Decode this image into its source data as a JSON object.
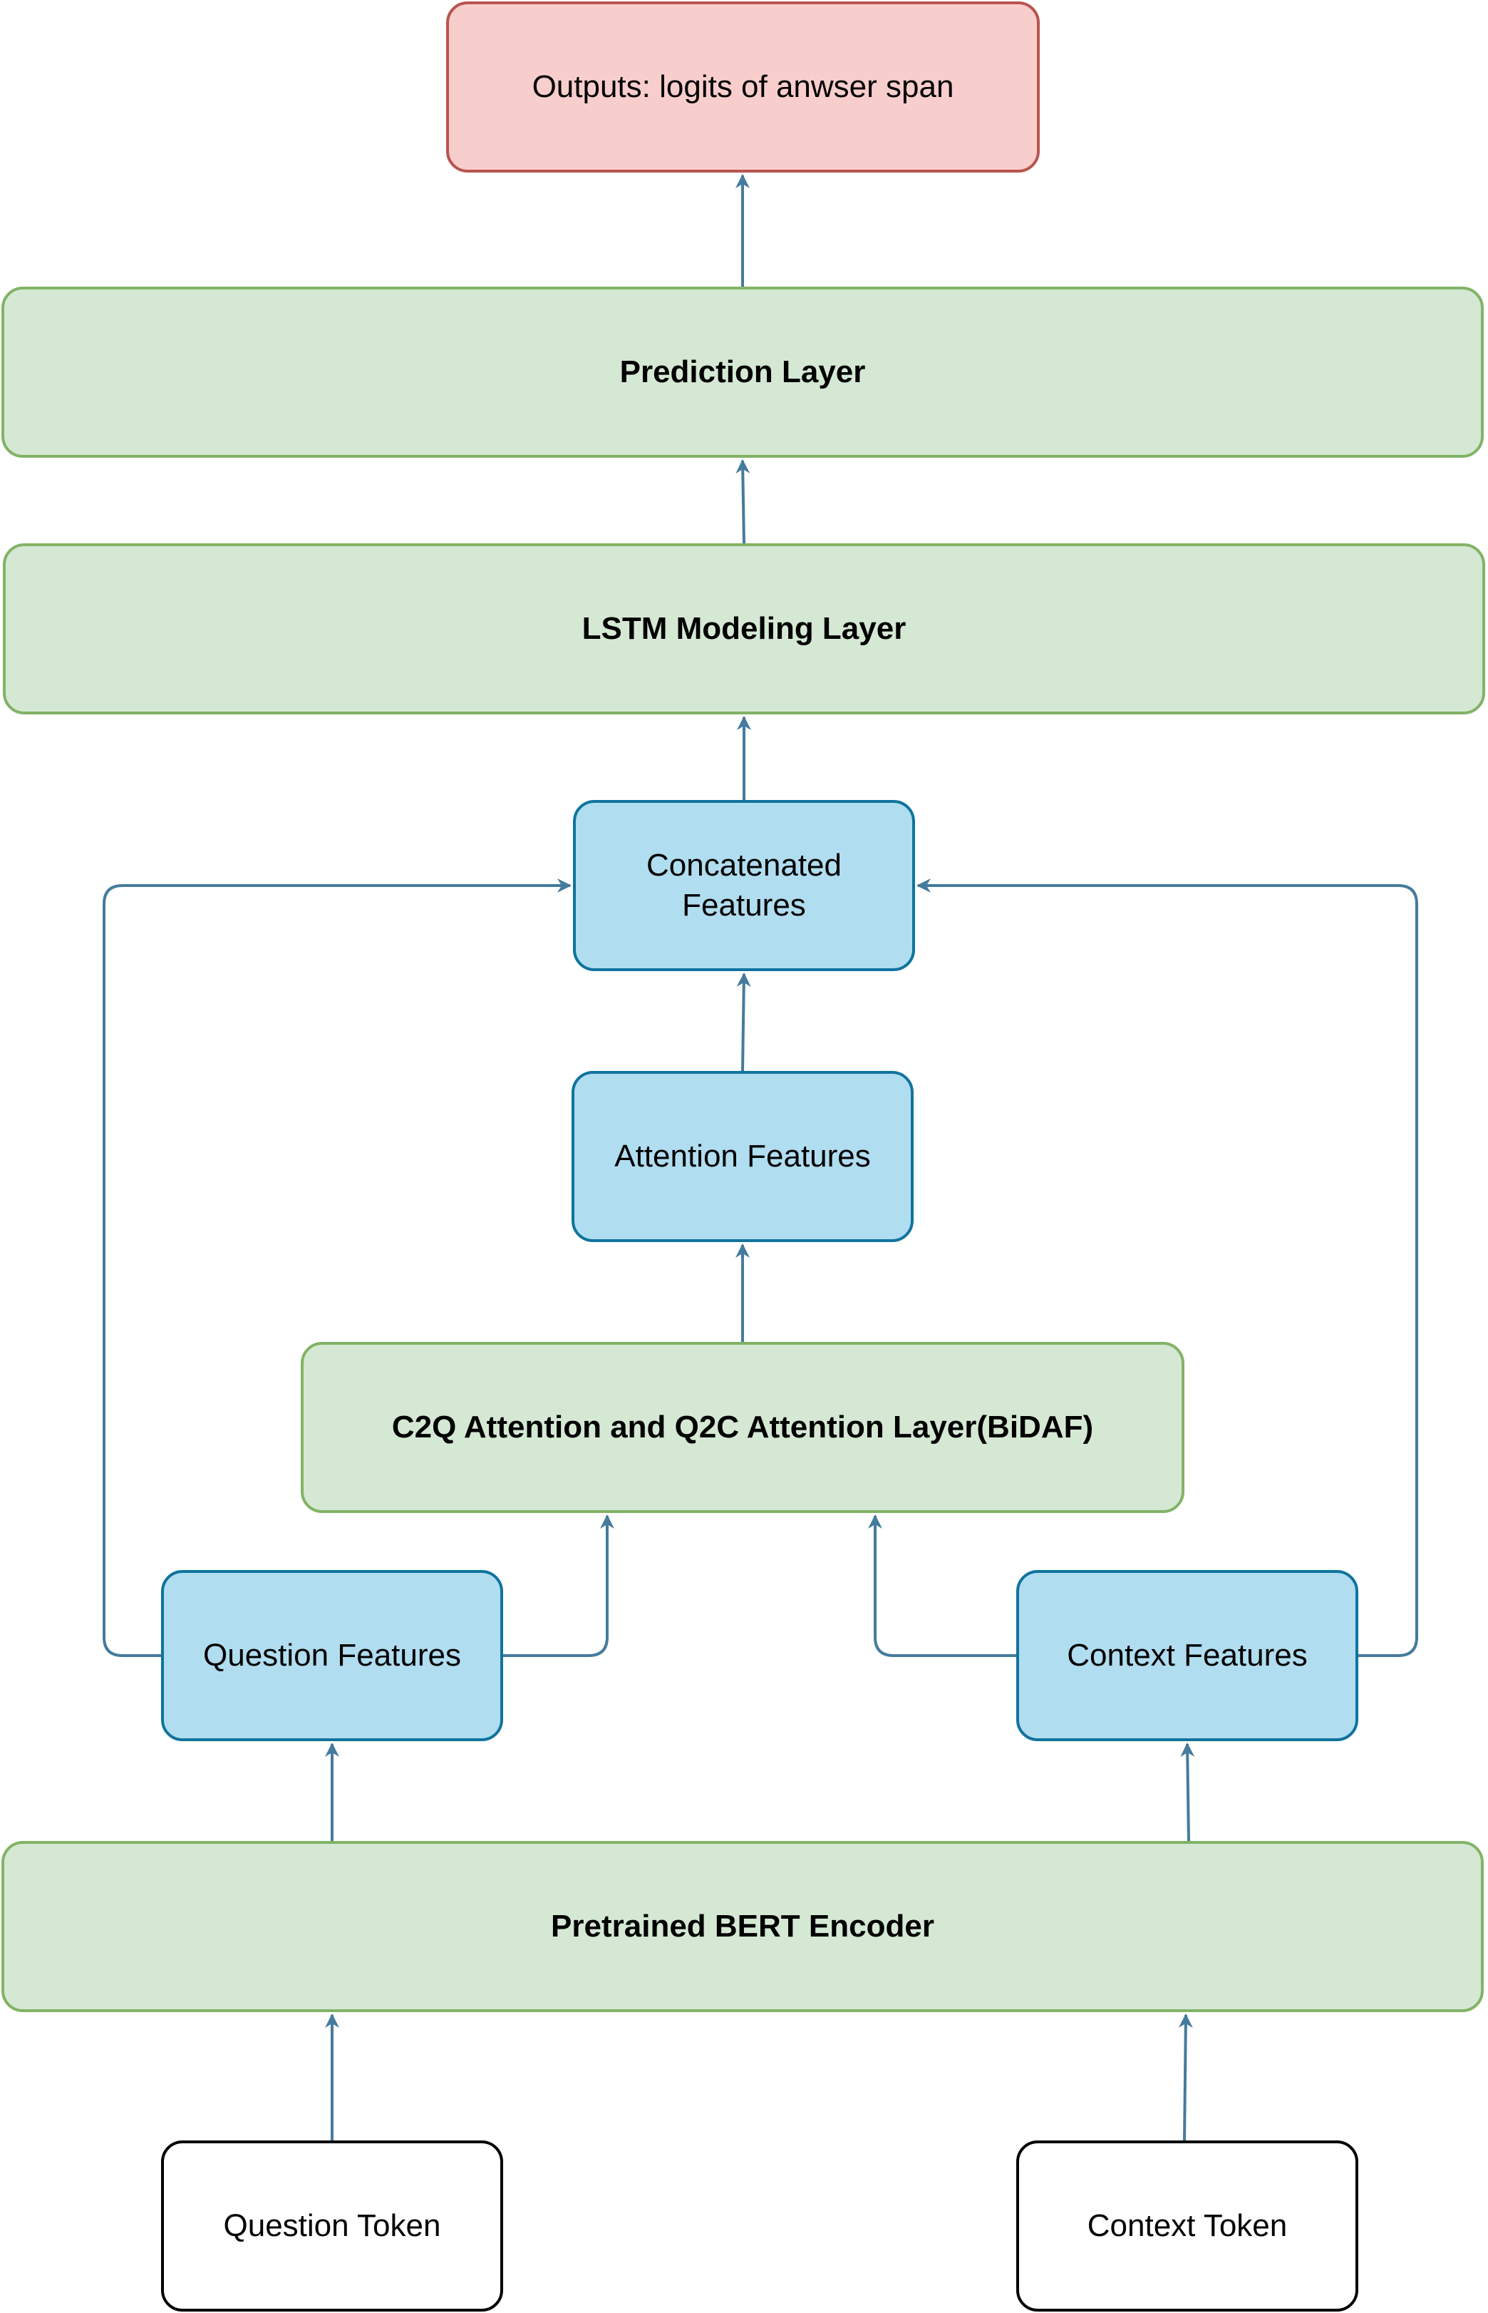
{
  "diagram": {
    "nodes": {
      "outputs": "Outputs: logits of anwser span",
      "prediction_layer": "Prediction Layer",
      "lstm_layer": "LSTM Modeling Layer",
      "concatenated_features": "Concatenated Features",
      "attention_features": "Attention Features",
      "bidaf_layer": "C2Q Attention and Q2C Attention Layer(BiDAF)",
      "question_features": "Question Features",
      "context_features": "Context Features",
      "bert_encoder": "Pretrained BERT Encoder",
      "question_token": "Question Token",
      "context_token": "Context Token"
    },
    "edges": [
      {
        "from": "question_token",
        "to": "bert_encoder"
      },
      {
        "from": "context_token",
        "to": "bert_encoder"
      },
      {
        "from": "bert_encoder",
        "to": "question_features"
      },
      {
        "from": "bert_encoder",
        "to": "context_features"
      },
      {
        "from": "question_features",
        "to": "bidaf_layer"
      },
      {
        "from": "context_features",
        "to": "bidaf_layer"
      },
      {
        "from": "question_features",
        "to": "concatenated_features"
      },
      {
        "from": "context_features",
        "to": "concatenated_features"
      },
      {
        "from": "bidaf_layer",
        "to": "attention_features"
      },
      {
        "from": "attention_features",
        "to": "concatenated_features"
      },
      {
        "from": "concatenated_features",
        "to": "lstm_layer"
      },
      {
        "from": "lstm_layer",
        "to": "prediction_layer"
      },
      {
        "from": "prediction_layer",
        "to": "outputs"
      }
    ],
    "colors": {
      "layer_fill": "#d5e8d4",
      "layer_stroke": "#82b366",
      "feature_fill": "#b1ddf0",
      "feature_stroke": "#10739e",
      "output_fill": "#f8cecc",
      "output_stroke": "#b85450",
      "token_fill": "#ffffff",
      "token_stroke": "#000000",
      "arrow": "#457b9d"
    }
  }
}
